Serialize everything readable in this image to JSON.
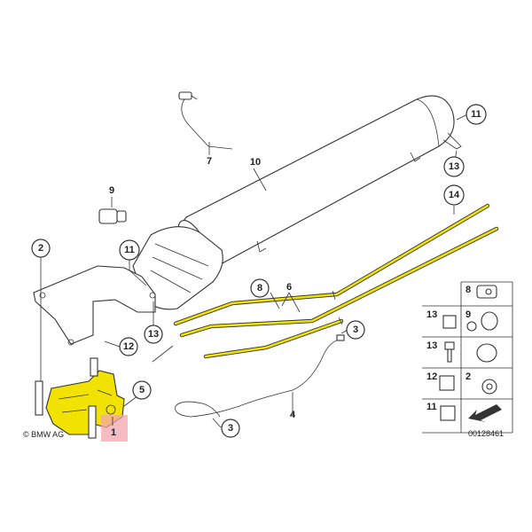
{
  "diagram": {
    "callouts": {
      "c1": "1",
      "c2": "2",
      "c3a": "3",
      "c3b": "3",
      "c4": "4",
      "c5": "5",
      "c6": "6",
      "c7": "7",
      "c8": "8",
      "c9": "9",
      "c10": "10",
      "c11a": "11",
      "c11b": "11",
      "c12": "12",
      "c13a": "13",
      "c13b": "13",
      "c14": "14"
    },
    "inset": {
      "labels": [
        "8",
        "13",
        "13",
        "12",
        "11",
        "2",
        "9"
      ]
    },
    "highlight_color": "#f2e200",
    "selected_item_color": "#f3a6ae",
    "copyright": "© BMW AG",
    "figure_number": "00128461"
  }
}
